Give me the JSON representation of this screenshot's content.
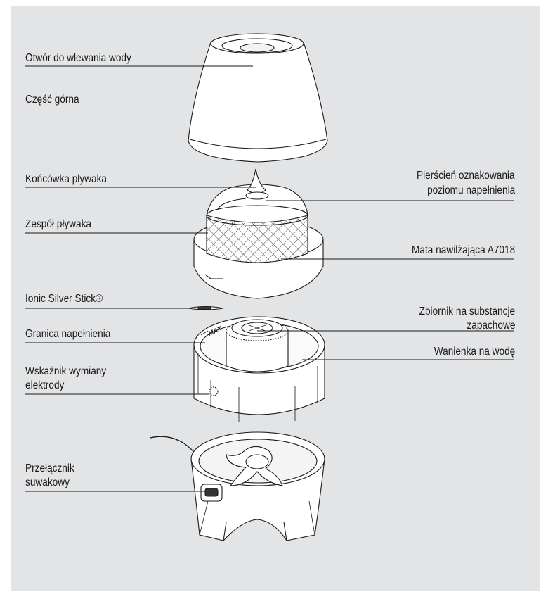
{
  "labels": {
    "water_opening": "Otwór do wlewania wody",
    "top_part": "Część górna",
    "float_tip": "Końcówka pływaka",
    "fill_ring_1": "Pierścień oznakowania",
    "fill_ring_2": "poziomu napełnienia",
    "float_assembly": "Zespół pływaka",
    "mat": "Mata nawilżająca A7018",
    "ionic_stick": "Ionic Silver Stick®",
    "aroma_1": "Zbiornik na substancje",
    "aroma_2": "zapachowe",
    "fill_limit": "Granica napełnienia",
    "water_tray": "Wanienka na wodę",
    "electrode_1": "Wskaźnik wymiany",
    "electrode_2": "elektrody",
    "switch_1": "Przełącznik",
    "switch_2": "suwakowy"
  },
  "markings": {
    "max": "MAX"
  },
  "colors": {
    "background": "#e3e4e6",
    "part_fill": "#ffffff",
    "outline": "#1a1a1a"
  }
}
